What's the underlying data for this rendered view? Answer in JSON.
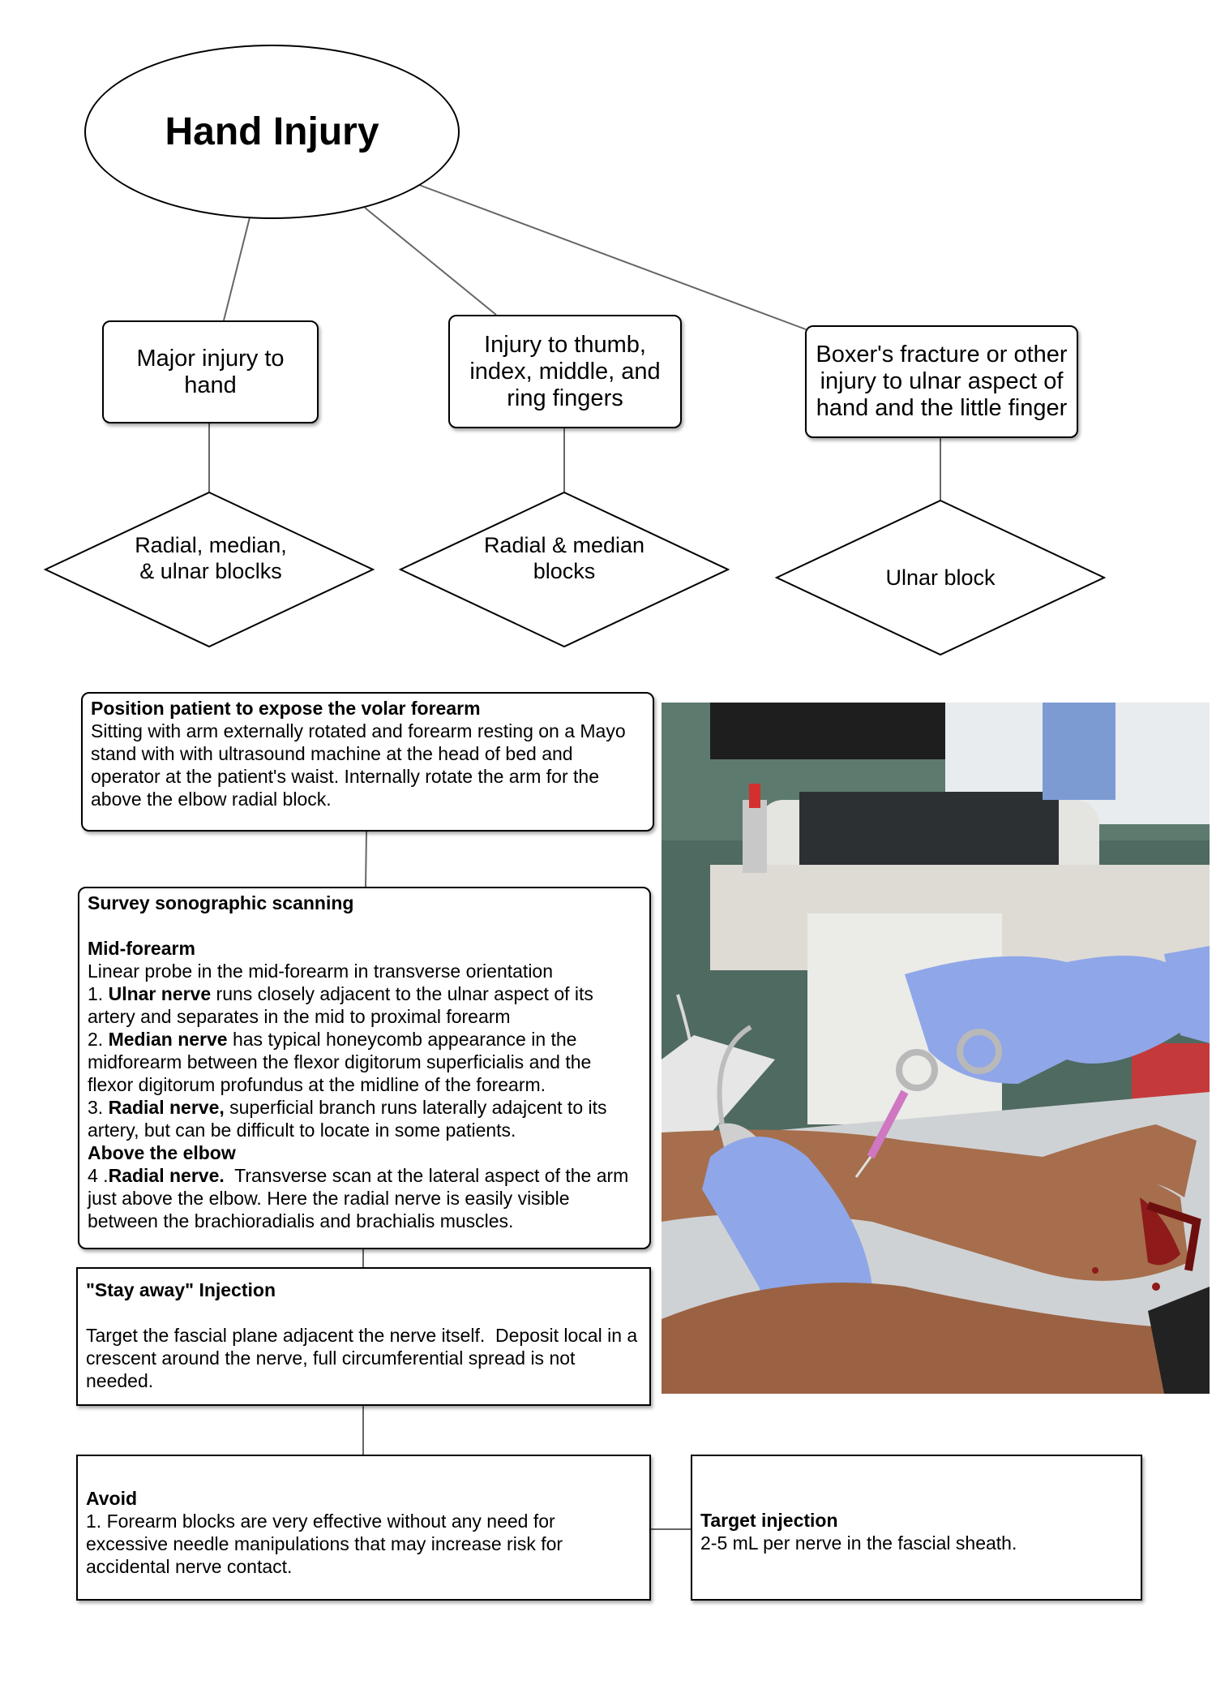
{
  "root": {
    "title": "Hand Injury"
  },
  "branches": [
    {
      "condition": "Major injury to hand",
      "block": "Radial, median, & ulnar bloclks"
    },
    {
      "condition": "Injury to thumb, index, middle, and ring fingers",
      "block": "Radial & median blocks"
    },
    {
      "condition": "Boxer's fracture or other injury to ulnar aspect of hand and the little finger",
      "block": "Ulnar block"
    }
  ],
  "steps": {
    "position": {
      "title": "Position patient to expose the volar forearm",
      "body": "Sitting with arm externally rotated and forearm resting on a Mayo stand with with ultrasound machine at the head of bed and operator at the patient's waist. Internally rotate the arm for the above the elbow radial block."
    },
    "survey": {
      "title": "Survey sonographic scanning",
      "mid_heading": "Mid-forearm",
      "mid_intro": "Linear probe in the mid-forearm in transverse orientation",
      "items": [
        {
          "num": "1.",
          "nerve": "Ulnar nerve",
          "text": " runs closely adjacent to the ulnar aspect of its artery and separates in the mid to proximal forearm"
        },
        {
          "num": "2.",
          "nerve": "Median nerve",
          "text": " has typical honeycomb appearance in the midforearm between the flexor digitorum superficialis and the flexor digitorum profundus at the midline of the forearm."
        },
        {
          "num": "3.",
          "nerve": "Radial nerve,",
          "text": " superficial branch runs laterally adajcent to its artery, but can be difficult to locate in some patients."
        }
      ],
      "elbow_heading": "Above the elbow",
      "elbow_item": {
        "num": "4 .",
        "nerve": "Radial nerve.",
        "text": "  Transverse scan at the lateral aspect of the arm just above the elbow. Here the radial nerve is easily visible between the brachioradialis and brachialis muscles."
      }
    },
    "injection": {
      "title": "\"Stay away\" Injection",
      "body": "Target the fascial plane adjacent the nerve itself.  Deposit local in a crescent around the nerve, full circumferential spread is not needed."
    },
    "avoid": {
      "title": "Avoid",
      "body": "1. Forearm blocks are very effective without any need for excessive needle manipulations that may increase risk for accidental nerve contact."
    },
    "target": {
      "title": "Target injection",
      "body": "2-5 mL per nerve in the fascial sheath."
    }
  },
  "colors": {
    "line": "#666666",
    "glove": "#8fa6e8",
    "skin": "#a66e4c",
    "blood": "#8e1a1a",
    "wall": "#4f6a60"
  }
}
